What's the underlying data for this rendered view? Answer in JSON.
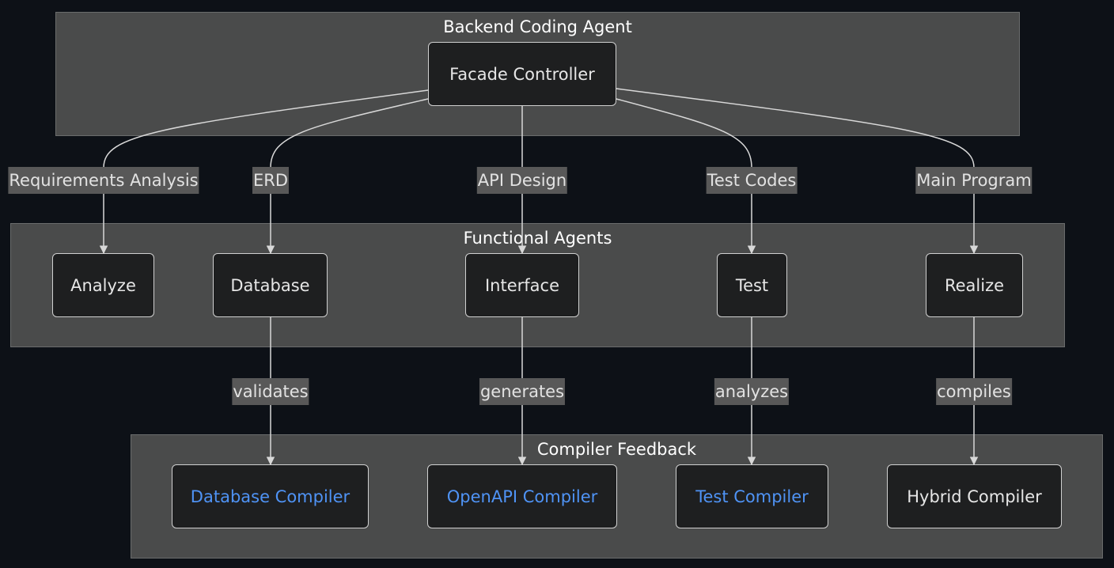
{
  "groups": {
    "backend": "Backend Coding Agent",
    "functional": "Functional Agents",
    "compiler": "Compiler Feedback"
  },
  "nodes": {
    "facade": "Facade Controller",
    "analyze": "Analyze",
    "database": "Database",
    "interface": "Interface",
    "test": "Test",
    "realize": "Realize",
    "db_compiler": "Database Compiler",
    "openapi_compiler": "OpenAPI Compiler",
    "test_compiler": "Test Compiler",
    "hybrid_compiler": "Hybrid Compiler"
  },
  "edge_labels": {
    "requirements": "Requirements Analysis",
    "erd": "ERD",
    "api_design": "API Design",
    "test_codes": "Test Codes",
    "main_program": "Main Program",
    "validates": "validates",
    "generates": "generates",
    "analyzes": "analyzes",
    "compiles": "compiles"
  },
  "colors": {
    "background": "#0d1117",
    "cluster_fill": "#4a4b4b",
    "node_fill": "#1e1f20",
    "link_text": "#4f93f5"
  }
}
